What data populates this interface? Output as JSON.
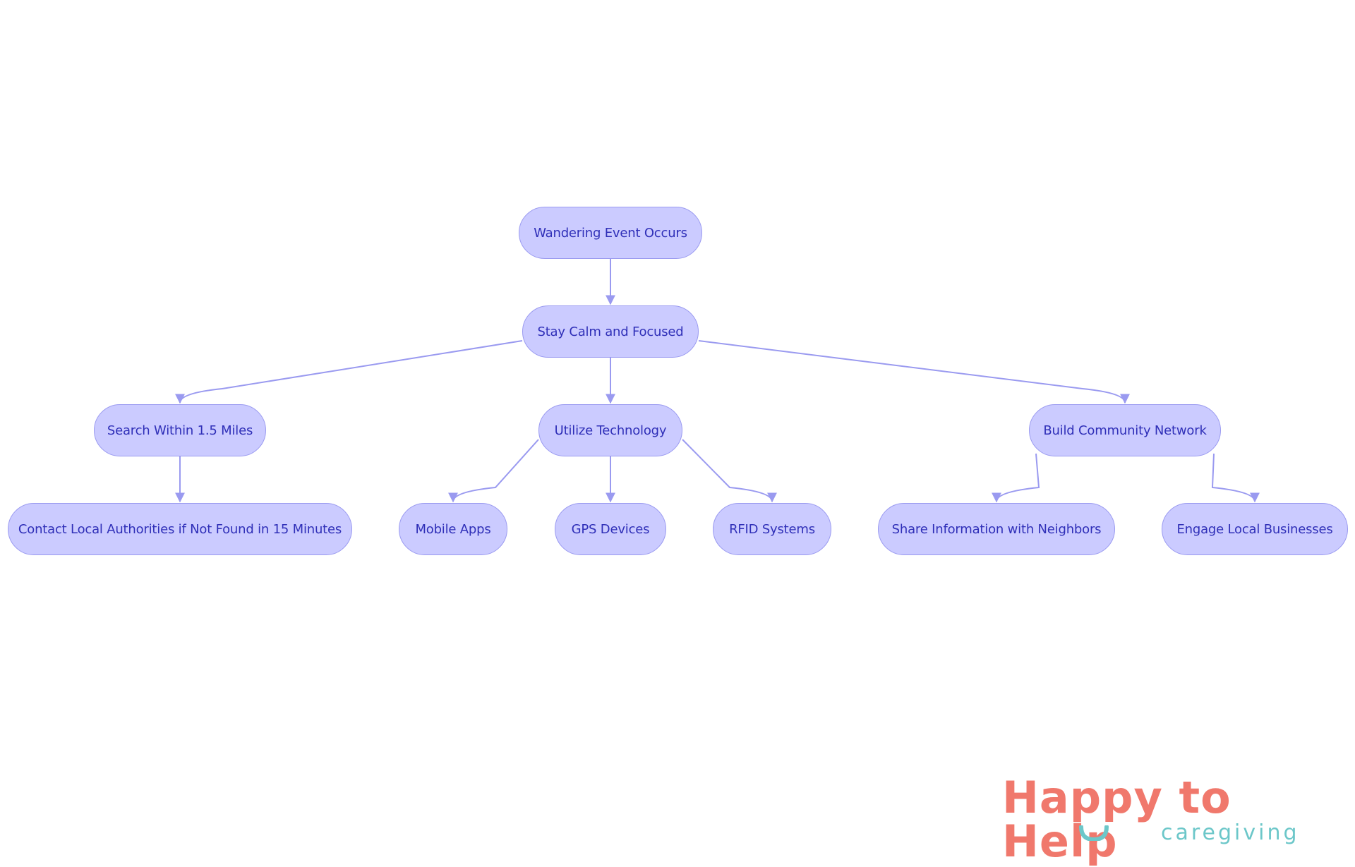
{
  "nodes": {
    "wandering": "Wandering Event Occurs",
    "calm": "Stay Calm and Focused",
    "search": "Search Within 1.5 Miles",
    "technology": "Utilize Technology",
    "community": "Build Community Network",
    "authorities": "Contact Local Authorities if Not Found in 15 Minutes",
    "mobile": "Mobile Apps",
    "gps": "GPS Devices",
    "rfid": "RFID Systems",
    "neighbors": "Share Information with Neighbors",
    "businesses": "Engage Local Businesses"
  },
  "edges": [
    {
      "from": "wandering",
      "to": "calm"
    },
    {
      "from": "calm",
      "to": "search"
    },
    {
      "from": "calm",
      "to": "technology"
    },
    {
      "from": "calm",
      "to": "community"
    },
    {
      "from": "search",
      "to": "authorities"
    },
    {
      "from": "technology",
      "to": "mobile"
    },
    {
      "from": "technology",
      "to": "gps"
    },
    {
      "from": "technology",
      "to": "rfid"
    },
    {
      "from": "community",
      "to": "neighbors"
    },
    {
      "from": "community",
      "to": "businesses"
    }
  ],
  "logo": {
    "brand": "Happy to Help",
    "tagline": "caregiving"
  },
  "colors": {
    "node_fill": "#cbcbff",
    "node_border": "#9a9af0",
    "node_text": "#2f2fb8",
    "edge": "#9a9af0",
    "logo_primary": "#f0786c",
    "logo_secondary": "#6cc7c9"
  }
}
